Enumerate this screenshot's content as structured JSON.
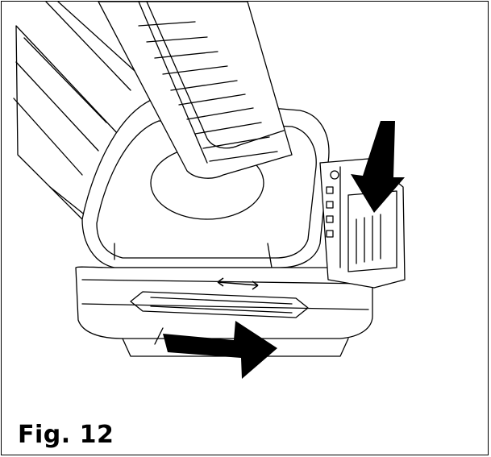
{
  "figure": {
    "caption": "Fig. 12"
  },
  "illustration": {
    "subject": "battery-release-on-tool-handle",
    "arrows": [
      "press-down-arrow",
      "slide-out-arrow",
      "double-headed-arrow"
    ]
  },
  "colors": {
    "line": "#000000",
    "background": "#ffffff"
  }
}
